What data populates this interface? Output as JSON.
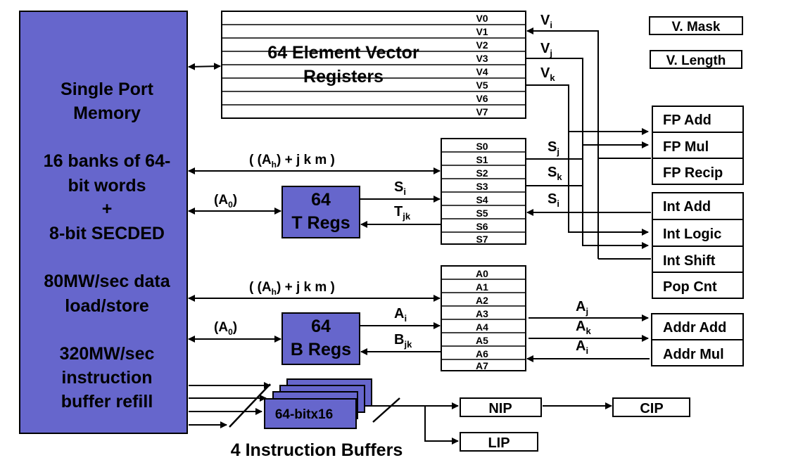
{
  "memory": {
    "title1": "Single Port",
    "title2": "Memory",
    "banks1": "16 banks of 64-",
    "banks2": "bit words",
    "plus": "+",
    "secded": "8-bit SECDED",
    "rate1": "80MW/sec data",
    "rate2": "load/store",
    "refill1": "320MW/sec",
    "refill2": "instruction",
    "refill3": "buffer refill"
  },
  "vector_regs": {
    "title1": "64 Element Vector",
    "title2": "Registers",
    "rows": [
      "V0",
      "V1",
      "V2",
      "V3",
      "V4",
      "V5",
      "V6",
      "V7"
    ],
    "vi": "V",
    "vi_sub": "i",
    "vj": "V",
    "vj_sub": "j",
    "vk": "V",
    "vk_sub": "k"
  },
  "mask": {
    "mask": "V. Mask",
    "length": "V. Length"
  },
  "fp_units": [
    "FP Add",
    "FP Mul",
    "FP Recip"
  ],
  "int_units": [
    "Int Add",
    "Int Logic",
    "Int Shift",
    "Pop Cnt"
  ],
  "addr_units": [
    "Addr Add",
    "Addr Mul"
  ],
  "s_regs": {
    "rows": [
      "S0",
      "S1",
      "S2",
      "S3",
      "S4",
      "S5",
      "S6",
      "S7"
    ],
    "sj": "S",
    "sj_sub": "j",
    "sk": "S",
    "sk_sub": "k",
    "si": "S",
    "si_sub": "i"
  },
  "a_regs": {
    "rows": [
      "A0",
      "A1",
      "A2",
      "A3",
      "A4",
      "A5",
      "A6",
      "A7"
    ],
    "aj": "A",
    "aj_sub": "j",
    "ak": "A",
    "ak_sub": "k",
    "ai": "A",
    "ai_sub": "i"
  },
  "t_regs": {
    "line1": "64",
    "line2": "T Regs",
    "si": "S",
    "si_sub": "i",
    "tjk": "T",
    "tjk_sub": "jk"
  },
  "b_regs": {
    "line1": "64",
    "line2": "B Regs",
    "ai": "A",
    "ai_sub": "i",
    "bjk": "B",
    "bjk_sub": "jk"
  },
  "bus_labels": {
    "ahjkm_s_pre": "( (A",
    "ahjkm_s_sub": "h",
    "ahjkm_s_post": ") + j k m )",
    "a0_t_pre": "(A",
    "a0_t_sub": "0",
    "a0_t_post": ")",
    "ahjkm_a_pre": "( (A",
    "ahjkm_a_sub": "h",
    "ahjkm_a_post": ") + j k m )",
    "a0_b_pre": "(A",
    "a0_b_sub": "0",
    "a0_b_post": ")"
  },
  "instr": {
    "buffer": "64-bitx16",
    "caption": "4 Instruction Buffers",
    "nip": "NIP",
    "lip": "LIP",
    "cip": "CIP"
  },
  "colors": {
    "block_fill": "#6666cc",
    "stroke": "#000000"
  }
}
